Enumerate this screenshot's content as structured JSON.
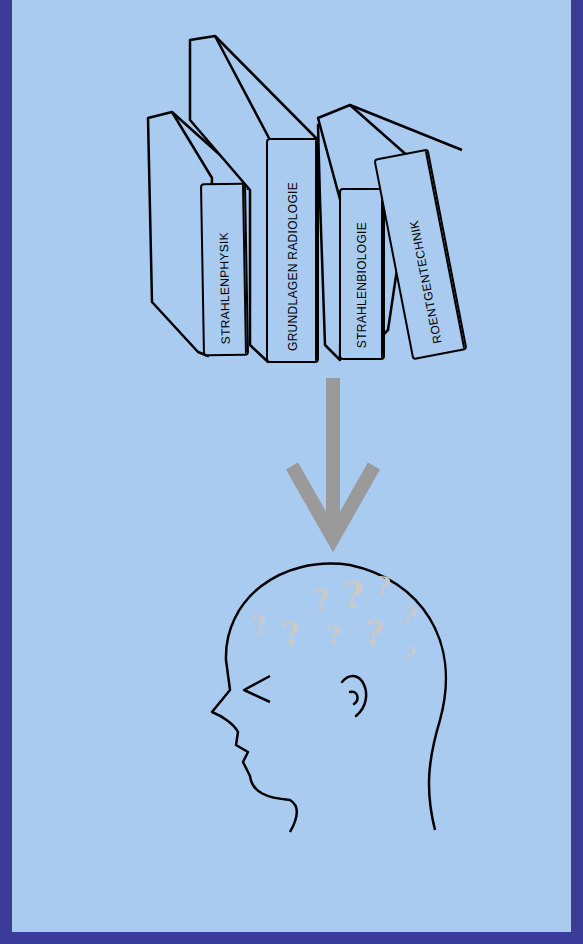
{
  "diagram": {
    "nodes": [
      {
        "text": [
          "STRAHLENPHYSIK"
        ]
      },
      {
        "text": [
          "GRUNDLAGEN RADIOLOGIE"
        ]
      },
      {
        "text": [
          "STRAHLENBIOLOGIE"
        ]
      },
      {
        "text": [
          "ROENTGENTECHNIK"
        ]
      }
    ],
    "labels": [
      "?",
      "?",
      "?",
      "?",
      "?",
      "?",
      "?",
      "?",
      "?"
    ]
  }
}
